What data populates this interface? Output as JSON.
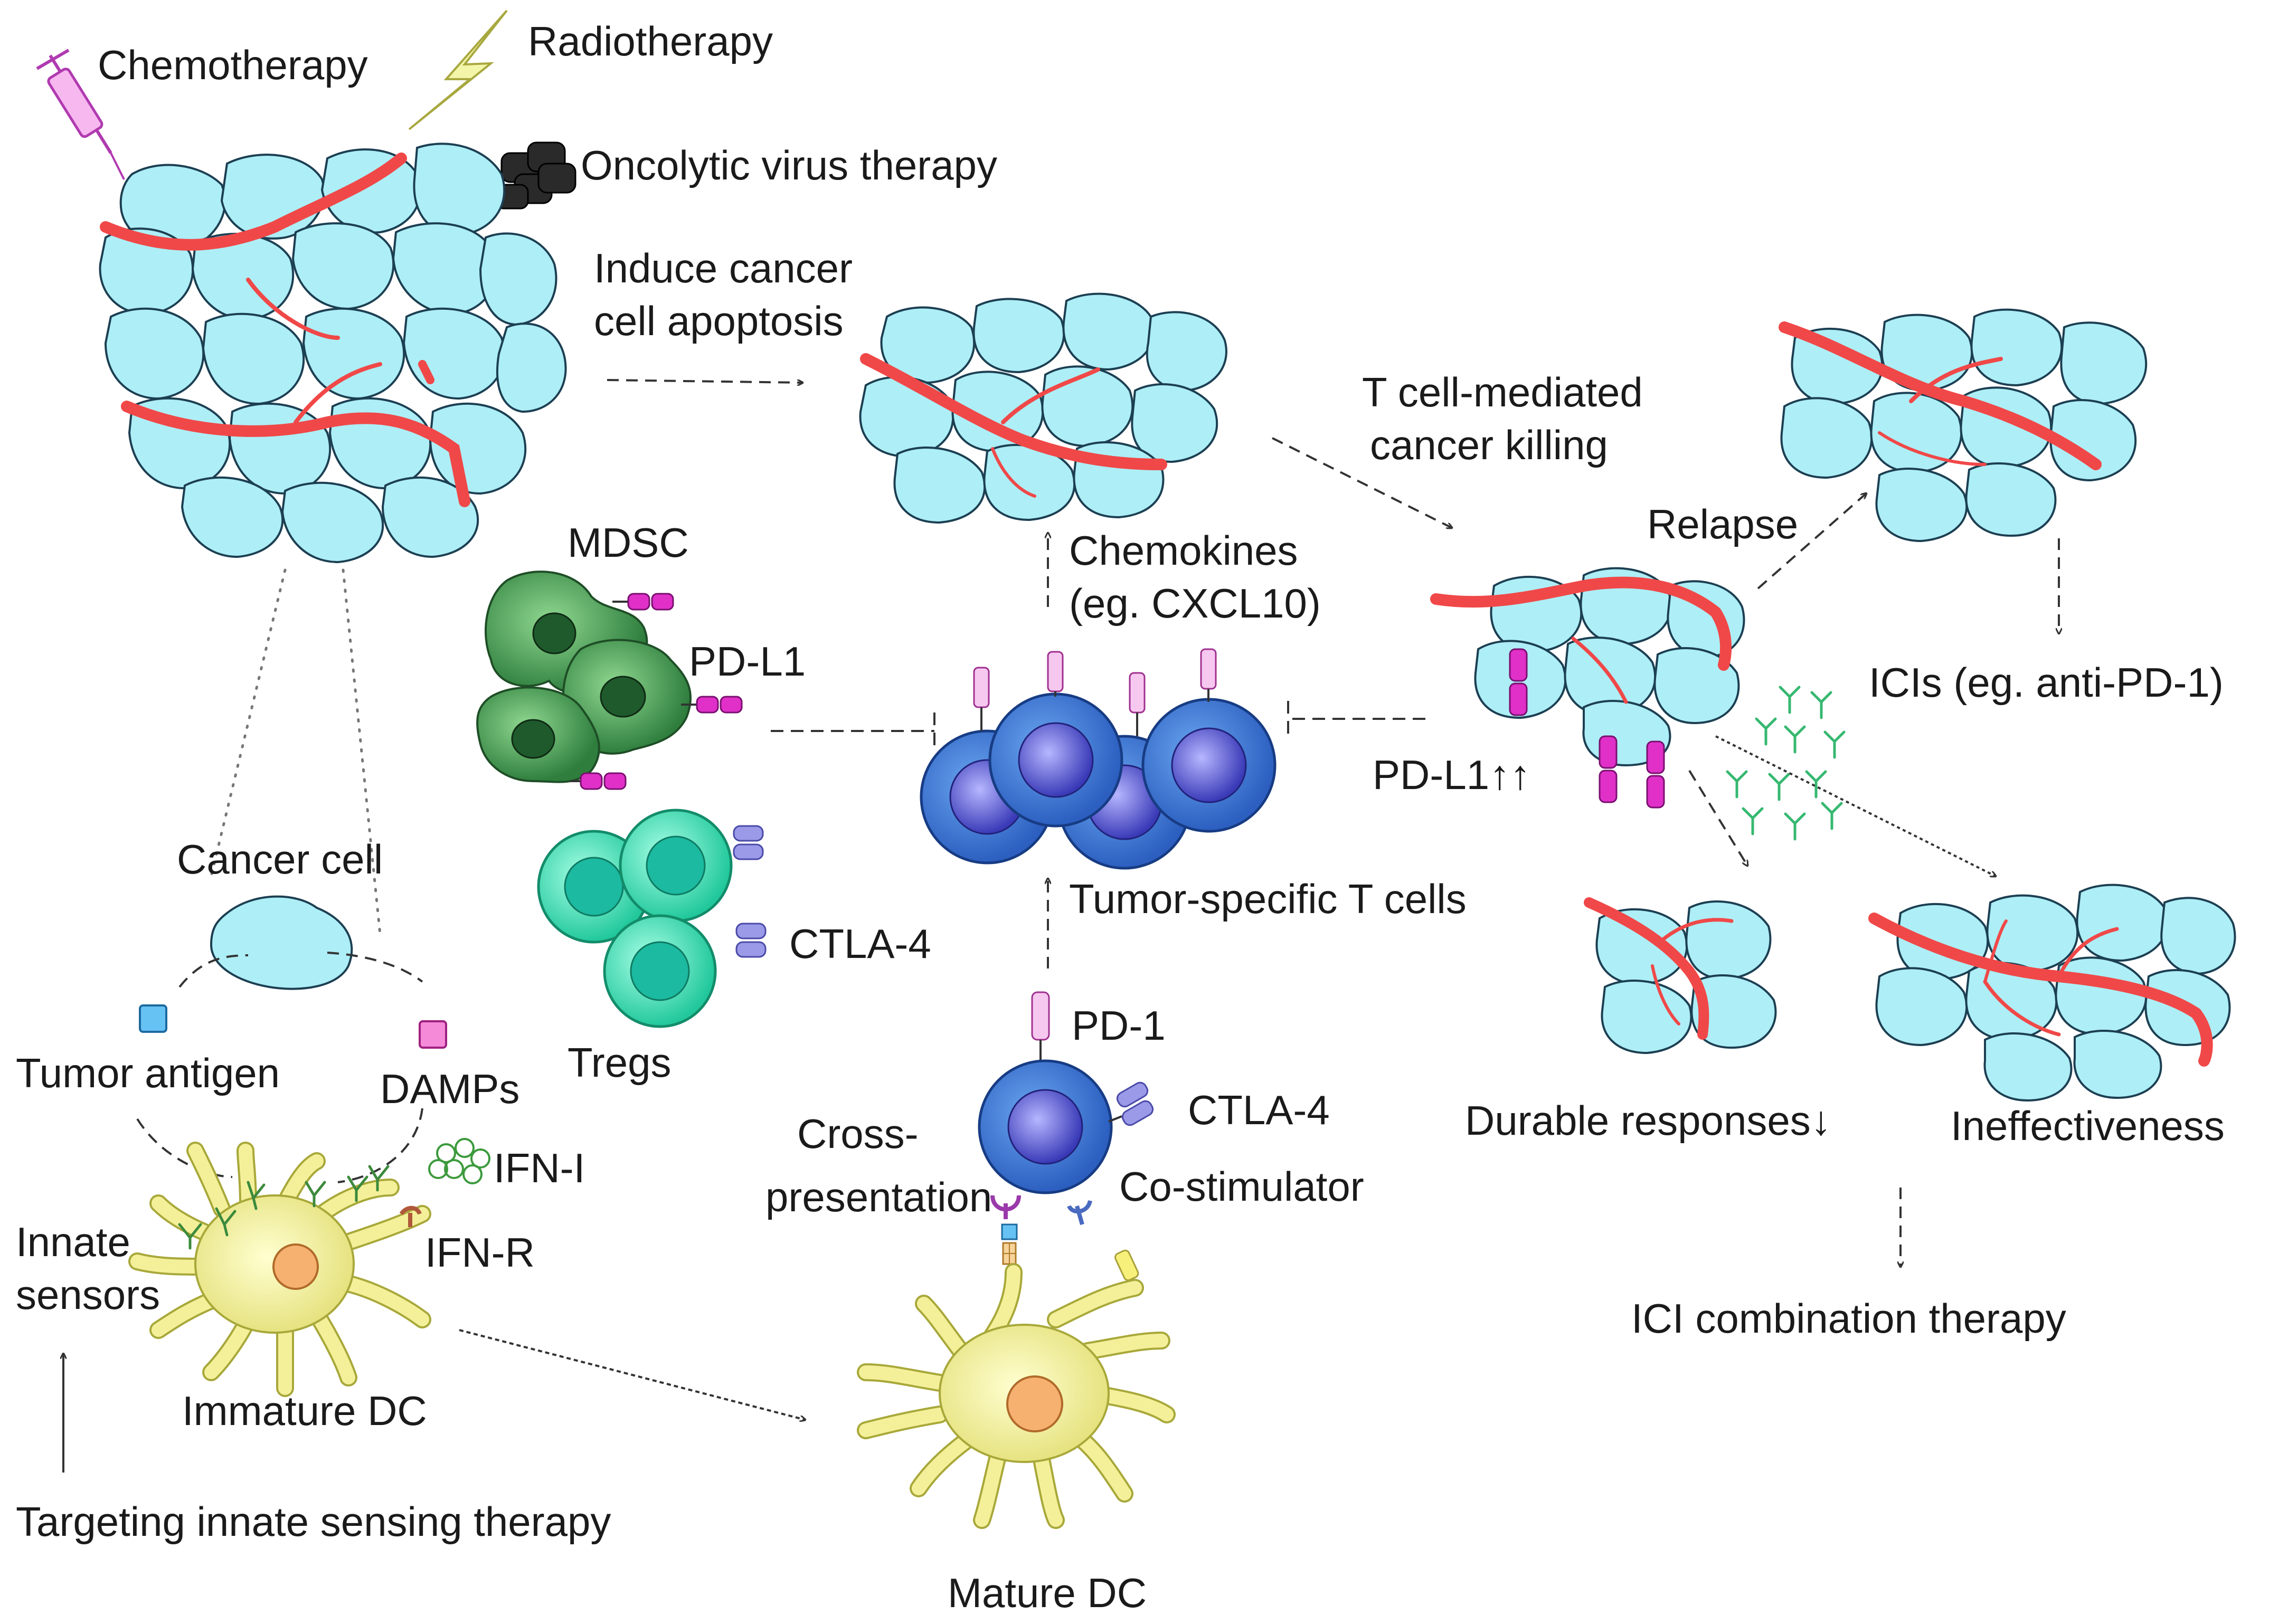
{
  "labels": {
    "chemotherapy": "Chemotherapy",
    "radiotherapy": "Radiotherapy",
    "oncolytic": "Oncolytic virus therapy",
    "induce1": "Induce cancer",
    "induce2": "cell apoptosis",
    "tkill1": "T cell-mediated",
    "tkill2": "cancer killing",
    "relapse": "Relapse",
    "icis": "ICIs (eg. anti-PD-1)",
    "mdsc": "MDSC",
    "pdl1": "PD-L1",
    "chemokines1": "Chemokines",
    "chemokines2": "(eg. CXCL10)",
    "pdl1up": "PD-L1↑↑",
    "cancer_cell": "Cancer cell",
    "ctla4_tregs": "CTLA-4",
    "tumor_t": "Tumor-specific T cells",
    "tumor_antigen": "Tumor antigen",
    "damps": "DAMPs",
    "tregs": "Tregs",
    "pd1": "PD-1",
    "ctla4_t": "CTLA-4",
    "durable": "Durable responses↓",
    "ineff": "Ineffectiveness",
    "ifni": "IFN-I",
    "cross1": "Cross-",
    "cross2": "presentation",
    "costim": "Co-stimulator",
    "innate1": "Innate",
    "innate2": "sensors",
    "ifnr": "IFN-R",
    "ici_combo": "ICI combination therapy",
    "immature_dc": "Immature DC",
    "targeting": "Targeting innate sensing therapy",
    "mature_dc": "Mature DC"
  },
  "colors": {
    "tumor_cell": "#aeeef6",
    "vessel": "#f04848",
    "t_cell": "#3c6fd0",
    "mdsc": "#3f9a4c",
    "treg": "#3fe0b4",
    "dc": "#f0f08c",
    "pd_l1": "#e030c8",
    "antibody": "#36b870"
  }
}
